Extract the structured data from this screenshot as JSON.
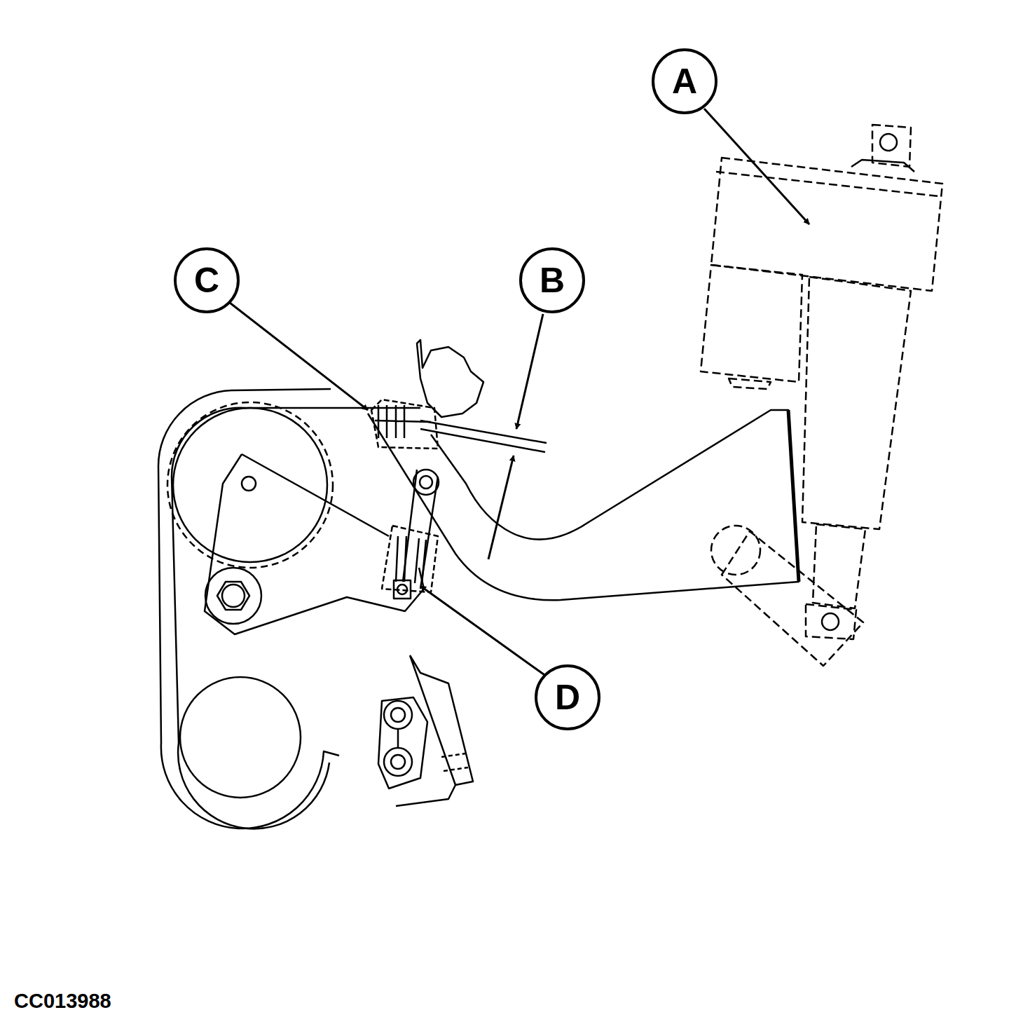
{
  "diagram": {
    "labels": [
      "A",
      "B",
      "C",
      "D",
      "CC013988"
    ]
  }
}
